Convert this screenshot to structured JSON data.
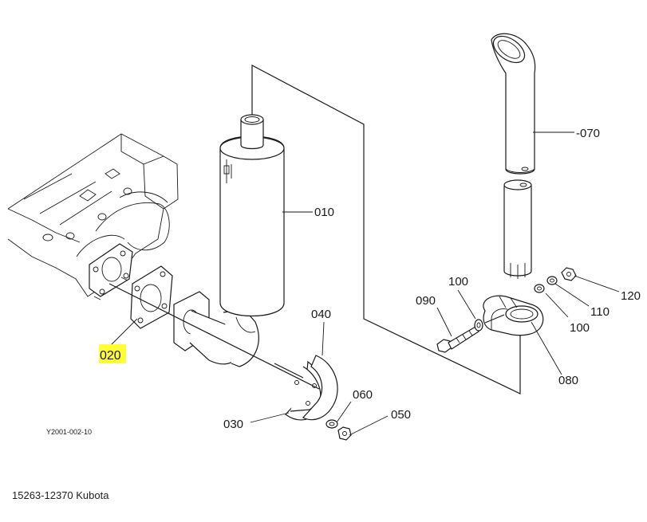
{
  "diagram": {
    "labels": {
      "p010": "010",
      "p020": "020",
      "p030": "030",
      "p040": "040",
      "p050": "050",
      "p060": "060",
      "p070": "-070",
      "p080": "080",
      "p090": "090",
      "p100a": "100",
      "p100b": "100",
      "p110": "110",
      "p120": "120"
    },
    "highlight_color": "#ffff33",
    "reference_code": "Y2001-002-10"
  },
  "caption": "15263-12370 Kubota"
}
